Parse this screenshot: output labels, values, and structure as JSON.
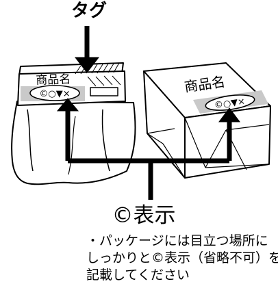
{
  "labels": {
    "tag": "タグ",
    "mark_title": "©表示",
    "note_lines": [
      "・パッケージには目立つ場所に",
      "しっかりと©表示（省略不可）を",
      "記載してください"
    ]
  },
  "bag": {
    "product_name": "商品名",
    "mark_line": "©○▼×"
  },
  "box": {
    "product_name": "商品名",
    "mark_line": "©○▼×"
  },
  "colors": {
    "line": "#000000",
    "highlight": "#c9c9c9",
    "background": "#ffffff"
  }
}
